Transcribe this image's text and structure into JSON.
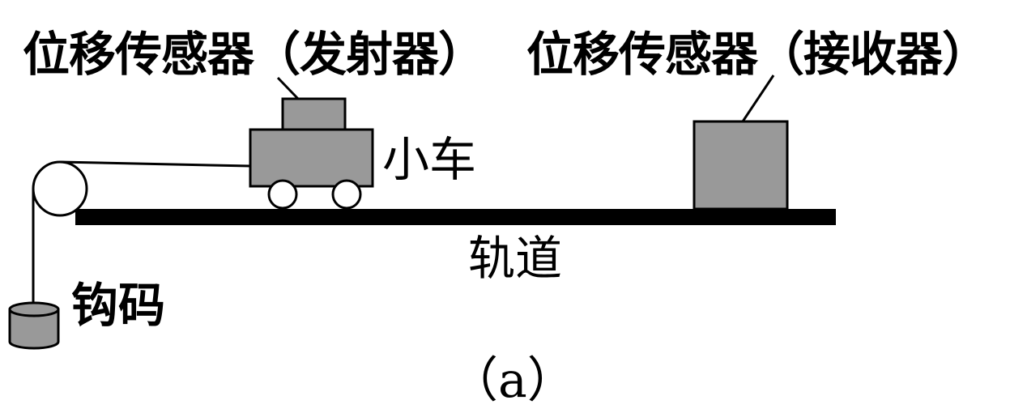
{
  "labels": {
    "transmitter": "位移传感器（发射器）",
    "receiver": "位移传感器（接收器）",
    "cart": "小车",
    "track": "轨道",
    "weight": "钩码",
    "caption": "（a）"
  },
  "colors": {
    "component_fill": "#999999",
    "stroke": "#000000",
    "track": "#000000",
    "wheel_fill": "#ffffff"
  }
}
